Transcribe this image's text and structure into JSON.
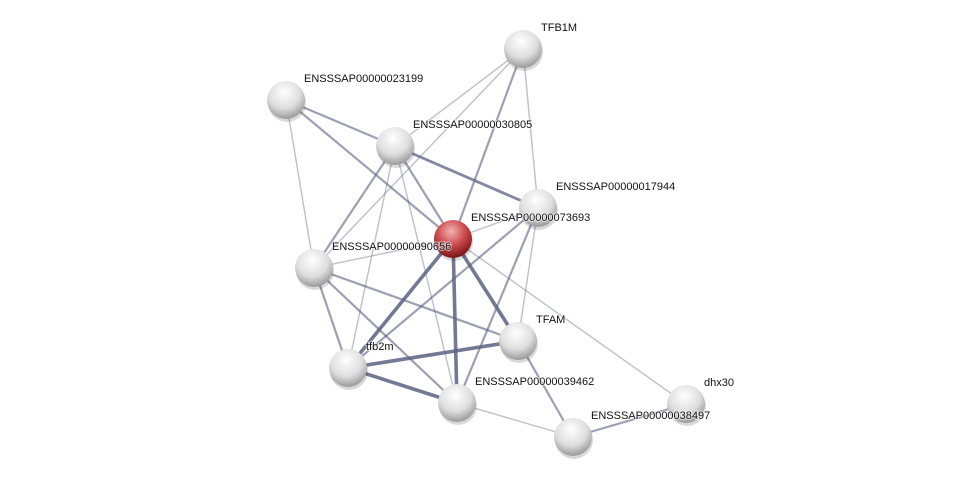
{
  "network": {
    "nodes": [
      {
        "id": "A",
        "label": "ENSSSAP00000023199",
        "query": false
      },
      {
        "id": "B",
        "label": "ENSSSAP00000030805",
        "query": false
      },
      {
        "id": "C",
        "label": "TFB1M",
        "query": false
      },
      {
        "id": "D",
        "label": "ENSSSAP00000017944",
        "query": false
      },
      {
        "id": "R",
        "label": "ENSSSAP00000073693",
        "query": true
      },
      {
        "id": "E",
        "label": "ENSSSAP00000090656",
        "query": false
      },
      {
        "id": "F",
        "label": "TFAM",
        "query": false
      },
      {
        "id": "G",
        "label": "tfb2m",
        "query": false
      },
      {
        "id": "H",
        "label": "ENSSSAP00000039462",
        "query": false
      },
      {
        "id": "I",
        "label": "dhx30",
        "query": false
      },
      {
        "id": "J",
        "label": "ENSSSAP00000038497",
        "query": false
      }
    ],
    "edges": [
      [
        "A",
        "B",
        2
      ],
      [
        "A",
        "R",
        2
      ],
      [
        "A",
        "E",
        1
      ],
      [
        "C",
        "B",
        1
      ],
      [
        "C",
        "E",
        1
      ],
      [
        "C",
        "R",
        2
      ],
      [
        "C",
        "D",
        1
      ],
      [
        "B",
        "D",
        3
      ],
      [
        "B",
        "R",
        2
      ],
      [
        "B",
        "E",
        2
      ],
      [
        "B",
        "G",
        1
      ],
      [
        "B",
        "H",
        1
      ],
      [
        "D",
        "R",
        1
      ],
      [
        "D",
        "G",
        2
      ],
      [
        "D",
        "H",
        2
      ],
      [
        "D",
        "F",
        1
      ],
      [
        "R",
        "E",
        1
      ],
      [
        "R",
        "G",
        4
      ],
      [
        "R",
        "H",
        4
      ],
      [
        "R",
        "F",
        4
      ],
      [
        "R",
        "I",
        1
      ],
      [
        "E",
        "F",
        2
      ],
      [
        "E",
        "G",
        2
      ],
      [
        "E",
        "H",
        2
      ],
      [
        "G",
        "F",
        4
      ],
      [
        "G",
        "H",
        4
      ],
      [
        "H",
        "J",
        1
      ],
      [
        "F",
        "J",
        2
      ],
      [
        "J",
        "I",
        2
      ]
    ],
    "colors": {
      "node": "#d8d8d8",
      "query_node": "#c0393b",
      "edge": "#5a6080"
    }
  }
}
